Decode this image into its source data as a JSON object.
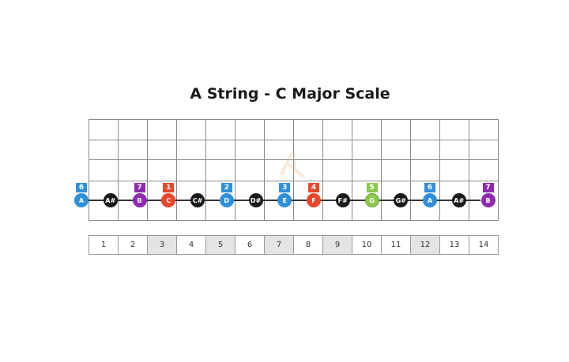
{
  "title": "A String - C Major Scale",
  "colors": {
    "blue": "#2f8fd8",
    "purple": "#8e2bb0",
    "red": "#e8472a",
    "green": "#8cc84b",
    "black": "#1a1a1a"
  },
  "notes": [
    {
      "name": "A",
      "color": "blue",
      "degree": "6"
    },
    {
      "name": "A#",
      "color": "black",
      "degree": ""
    },
    {
      "name": "B",
      "color": "purple",
      "degree": "7"
    },
    {
      "name": "C",
      "color": "red",
      "degree": "1"
    },
    {
      "name": "C#",
      "color": "black",
      "degree": ""
    },
    {
      "name": "D",
      "color": "blue",
      "degree": "2"
    },
    {
      "name": "D#",
      "color": "black",
      "degree": ""
    },
    {
      "name": "E",
      "color": "blue",
      "degree": "3"
    },
    {
      "name": "F",
      "color": "red",
      "degree": "4"
    },
    {
      "name": "F#",
      "color": "black",
      "degree": ""
    },
    {
      "name": "G",
      "color": "green",
      "degree": "5"
    },
    {
      "name": "G#",
      "color": "black",
      "degree": ""
    },
    {
      "name": "A",
      "color": "blue",
      "degree": "6"
    },
    {
      "name": "A#",
      "color": "black",
      "degree": ""
    },
    {
      "name": "B",
      "color": "purple",
      "degree": "7"
    }
  ],
  "frets": [
    {
      "label": "1",
      "shaded": false
    },
    {
      "label": "2",
      "shaded": false
    },
    {
      "label": "3",
      "shaded": true
    },
    {
      "label": "4",
      "shaded": false
    },
    {
      "label": "5",
      "shaded": true
    },
    {
      "label": "6",
      "shaded": false
    },
    {
      "label": "7",
      "shaded": true
    },
    {
      "label": "8",
      "shaded": false
    },
    {
      "label": "9",
      "shaded": true
    },
    {
      "label": "10",
      "shaded": false
    },
    {
      "label": "11",
      "shaded": false
    },
    {
      "label": "12",
      "shaded": true
    },
    {
      "label": "13",
      "shaded": false
    },
    {
      "label": "14",
      "shaded": false
    }
  ]
}
